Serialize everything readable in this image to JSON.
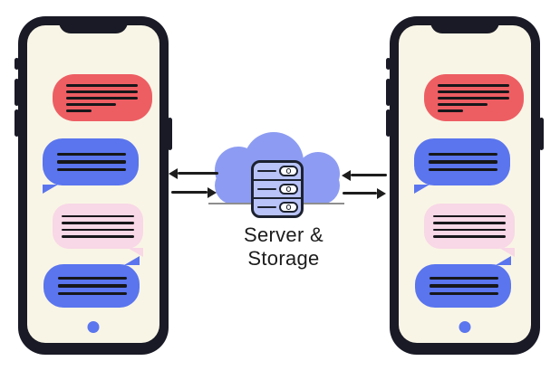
{
  "scene": {
    "background": "#ffffff",
    "center_label": "Server & Storage",
    "description": "two-phones-sync-via-cloud-server-diagram"
  },
  "colors": {
    "bg": "#ffffff",
    "frame": "#191a25",
    "screen": "#f9f5e6",
    "red": "#ed5e63",
    "blue": "#5a75ee",
    "pink": "#f8d7e6",
    "cloud": "#8d9cf2",
    "server": "#b9c3f7",
    "outline": "#1d2230",
    "arrow": "#1d1d1d",
    "ground": "#8e8e8e",
    "dot": "#5b76ee"
  },
  "phones": [
    {
      "id": "phone-left",
      "name": "left-phone"
    },
    {
      "id": "phone-right",
      "name": "right-phone"
    }
  ],
  "conversation_bubbles": [
    {
      "style": "red",
      "tail": "none",
      "line_widths_pct": [
        100,
        100,
        100,
        70,
        36
      ]
    },
    {
      "style": "blue",
      "tail": "bottom-left",
      "line_widths_pct": [
        100,
        100,
        100
      ]
    },
    {
      "style": "pink",
      "tail": "bottom-right",
      "line_widths_pct": [
        100,
        100,
        100,
        100
      ]
    },
    {
      "style": "blue",
      "tail": "top-right",
      "line_widths_pct": [
        100,
        100,
        100
      ]
    }
  ],
  "server": {
    "rack_rows": 3
  },
  "arrows": [
    {
      "id": "left-top",
      "direction": "left"
    },
    {
      "id": "left-bottom",
      "direction": "right"
    },
    {
      "id": "right-top",
      "direction": "left"
    },
    {
      "id": "right-bottom",
      "direction": "right"
    }
  ]
}
